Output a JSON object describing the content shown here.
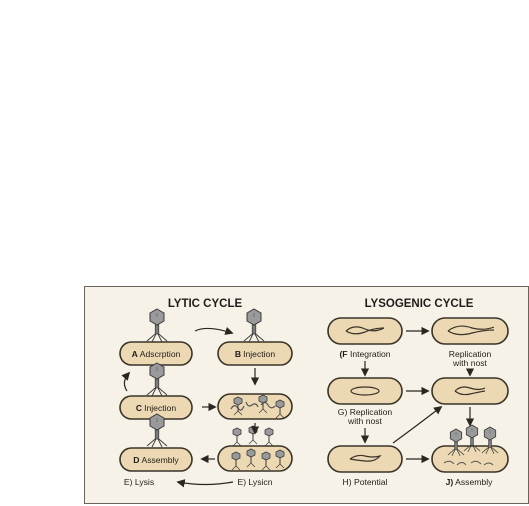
{
  "lytic": {
    "title": "LYTIC CYCLE",
    "a": {
      "letter": "A",
      "text": "Adscrption"
    },
    "b": {
      "letter": "B",
      "text": "Injection"
    },
    "c": {
      "letter": "C",
      "text": "Injection"
    },
    "d": {
      "letter": "D",
      "text": "Assembly"
    },
    "e_lysis": "E) Lysis",
    "e_lysicn": "E) Lysicn"
  },
  "lysogenic": {
    "title": "LYSOGENIC CYCLE",
    "f": {
      "letter": "(F",
      "text": " Integration"
    },
    "replication_top": [
      "Replication",
      "with nost"
    ],
    "g": [
      "G) Replication",
      "with nost"
    ],
    "h": "H) Potential",
    "j": {
      "letter": "J)",
      "text": " Assembly"
    }
  },
  "colors": {
    "background": "#f6f2e8",
    "cell_fill": "#ecd9b3",
    "cell_stroke": "#3a3328",
    "phage": "#8e8e8e"
  }
}
